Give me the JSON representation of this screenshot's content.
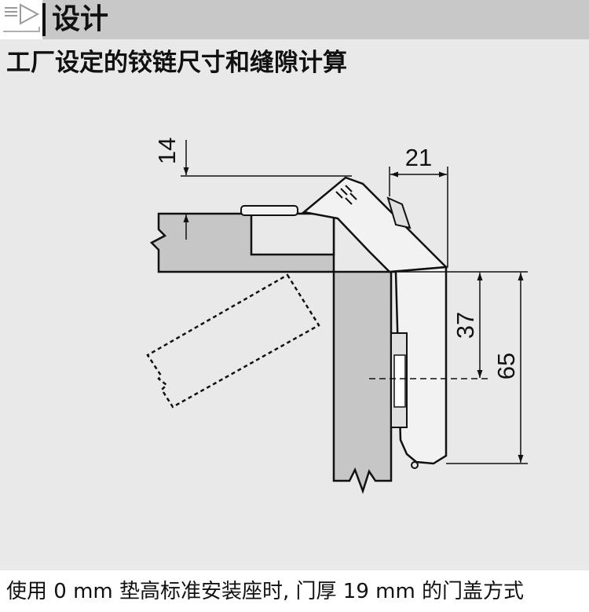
{
  "header": {
    "title": "设计",
    "icon": "arrow-badge-icon"
  },
  "subtitle": "工厂设定的铰链尺寸和缝隙计算",
  "dimensions": {
    "top_offset": "14",
    "width": "21",
    "inner_height": "37",
    "outer_height": "65"
  },
  "caption": "使用 0 mm 垫高标准安装座时, 门厚 19 mm 的门盖方式",
  "colors": {
    "background": "#e9e9e9",
    "header_band": "#c8c8c8",
    "panel_fill": "#c6c6c6",
    "hinge_fill": "#f2f2f2",
    "line": "#111111"
  }
}
